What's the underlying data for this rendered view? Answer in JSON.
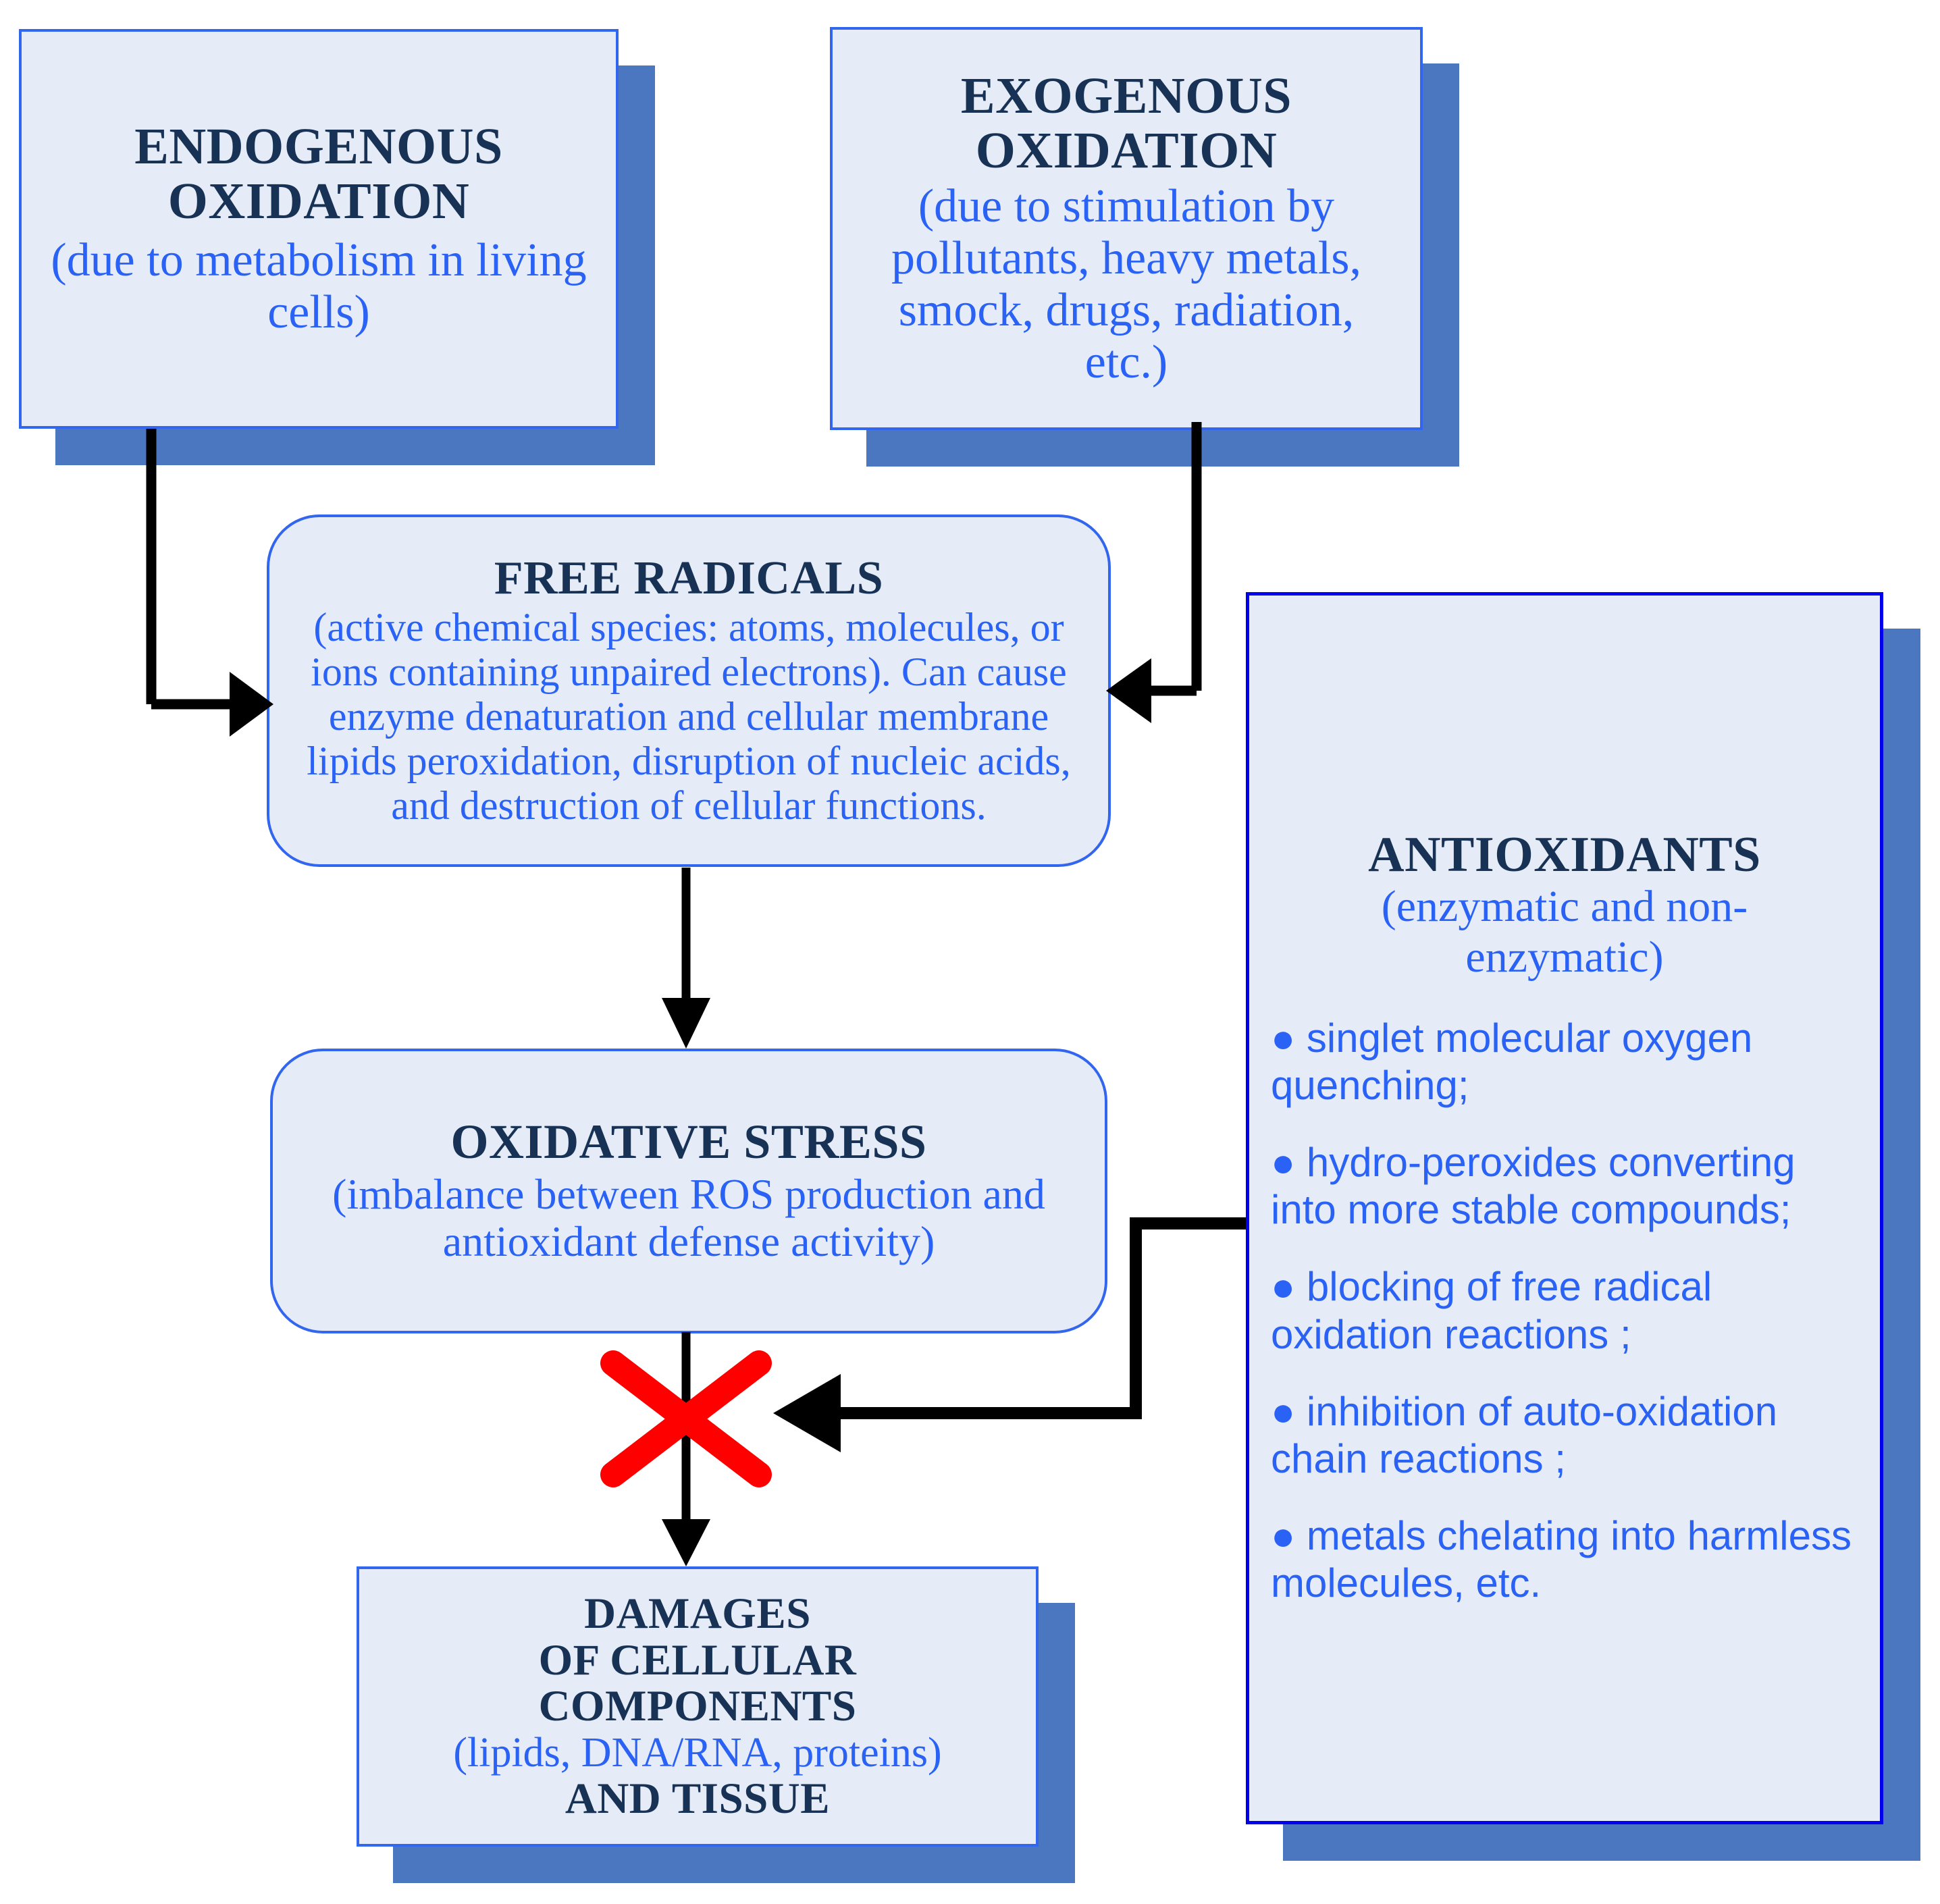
{
  "diagram": {
    "title": "Oxidative stress pathway and antioxidant defense",
    "colors": {
      "box_fill": "#e6ecf7",
      "box_border": "#3366ee",
      "strong_border": "#0000ee",
      "shadow": "#4a77c0",
      "heading_text": "#173255",
      "body_text": "#2a62f5",
      "arrow": "#000000",
      "block_mark": "#ff0000"
    }
  },
  "nodes": {
    "endogenous": {
      "heading": "ENDOGENOUS\nOXIDATION",
      "heading_line1": "ENDOGENOUS",
      "heading_line2": "OXIDATION",
      "subtitle": "(due to metabolism in living cells)"
    },
    "exogenous": {
      "heading_line1": "EXOGENOUS",
      "heading_line2": "OXIDATION",
      "subtitle": "(due to stimulation by pollutants, heavy metals, smock, drugs, radiation, etc.)"
    },
    "free_radicals": {
      "heading": "FREE RADICALS",
      "subtitle": "(active chemical species: atoms, molecules, or ions  containing unpaired electrons). Can cause enzyme denaturation and cellular membrane lipids peroxidation, disruption of nucleic acids, and destruction of cellular functions."
    },
    "oxidative_stress": {
      "heading": "OXIDATIVE STRESS",
      "subtitle": "(imbalance between ROS production and antioxidant defense activity)"
    },
    "damages": {
      "heading_line1": "DAMAGES",
      "heading_line2": "OF CELLULAR",
      "heading_line3": "COMPONENTS",
      "subtitle": "(lipids, DNA/RNA, proteins)",
      "heading_line4": "AND TISSUE"
    },
    "antioxidants": {
      "heading": "ANTIOXIDANTS",
      "subtitle_line1": "(enzymatic  and non-",
      "subtitle_line2": "enzymatic)",
      "bullet_char": "●",
      "bullets": [
        "singlet molecular oxygen quenching;",
        " hydro-peroxides converting into more stable compounds;",
        "blocking of free radical oxidation reactions ;",
        "inhibition of auto-oxidation chain reactions  ;",
        "metals chelating into harmless molecules, etc."
      ]
    }
  },
  "edges": [
    {
      "name": "endogenous-to-free-radicals",
      "from": "endogenous",
      "to": "free_radicals",
      "style": "elbow-arrow"
    },
    {
      "name": "exogenous-to-free-radicals",
      "from": "exogenous",
      "to": "free_radicals",
      "style": "elbow-arrow"
    },
    {
      "name": "free-radicals-to-oxidative-stress",
      "from": "free_radicals",
      "to": "oxidative_stress",
      "style": "straight-arrow"
    },
    {
      "name": "oxidative-stress-to-damages",
      "from": "oxidative_stress",
      "to": "damages",
      "style": "straight-arrow-blocked"
    },
    {
      "name": "antioxidants-to-block",
      "from": "antioxidants",
      "to": "oxidative-stress-to-damages",
      "style": "elbow-arrow"
    }
  ],
  "annotations": {
    "block_mark": {
      "name": "red-cross",
      "meaning": "blocked / inhibited pathway"
    }
  }
}
